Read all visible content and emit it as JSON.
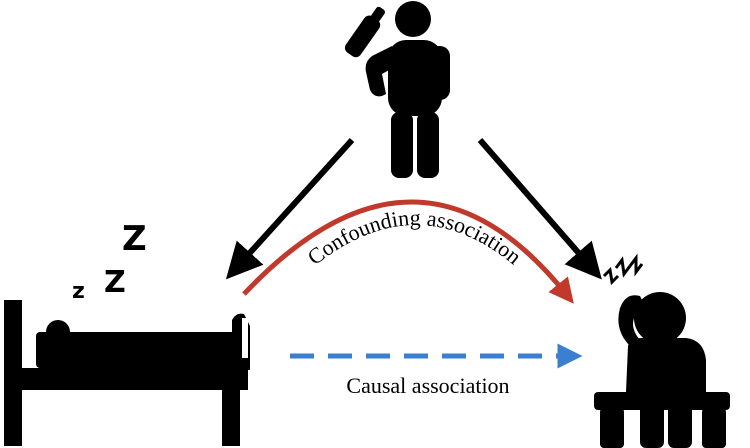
{
  "labels": {
    "confounding": "Confounding association",
    "causal": "Causal association"
  },
  "sleep_letters": [
    "z",
    "Z",
    "Z"
  ],
  "colors": {
    "ink": "#000000",
    "confounding_arrow": "#c0392b",
    "causal_arrow": "#3a7fd0"
  },
  "icons": {
    "confounder": "person-drinking-bottle-icon",
    "exposure": "person-sleeping-in-bed-icon",
    "outcome": "person-with-headache-icon"
  }
}
